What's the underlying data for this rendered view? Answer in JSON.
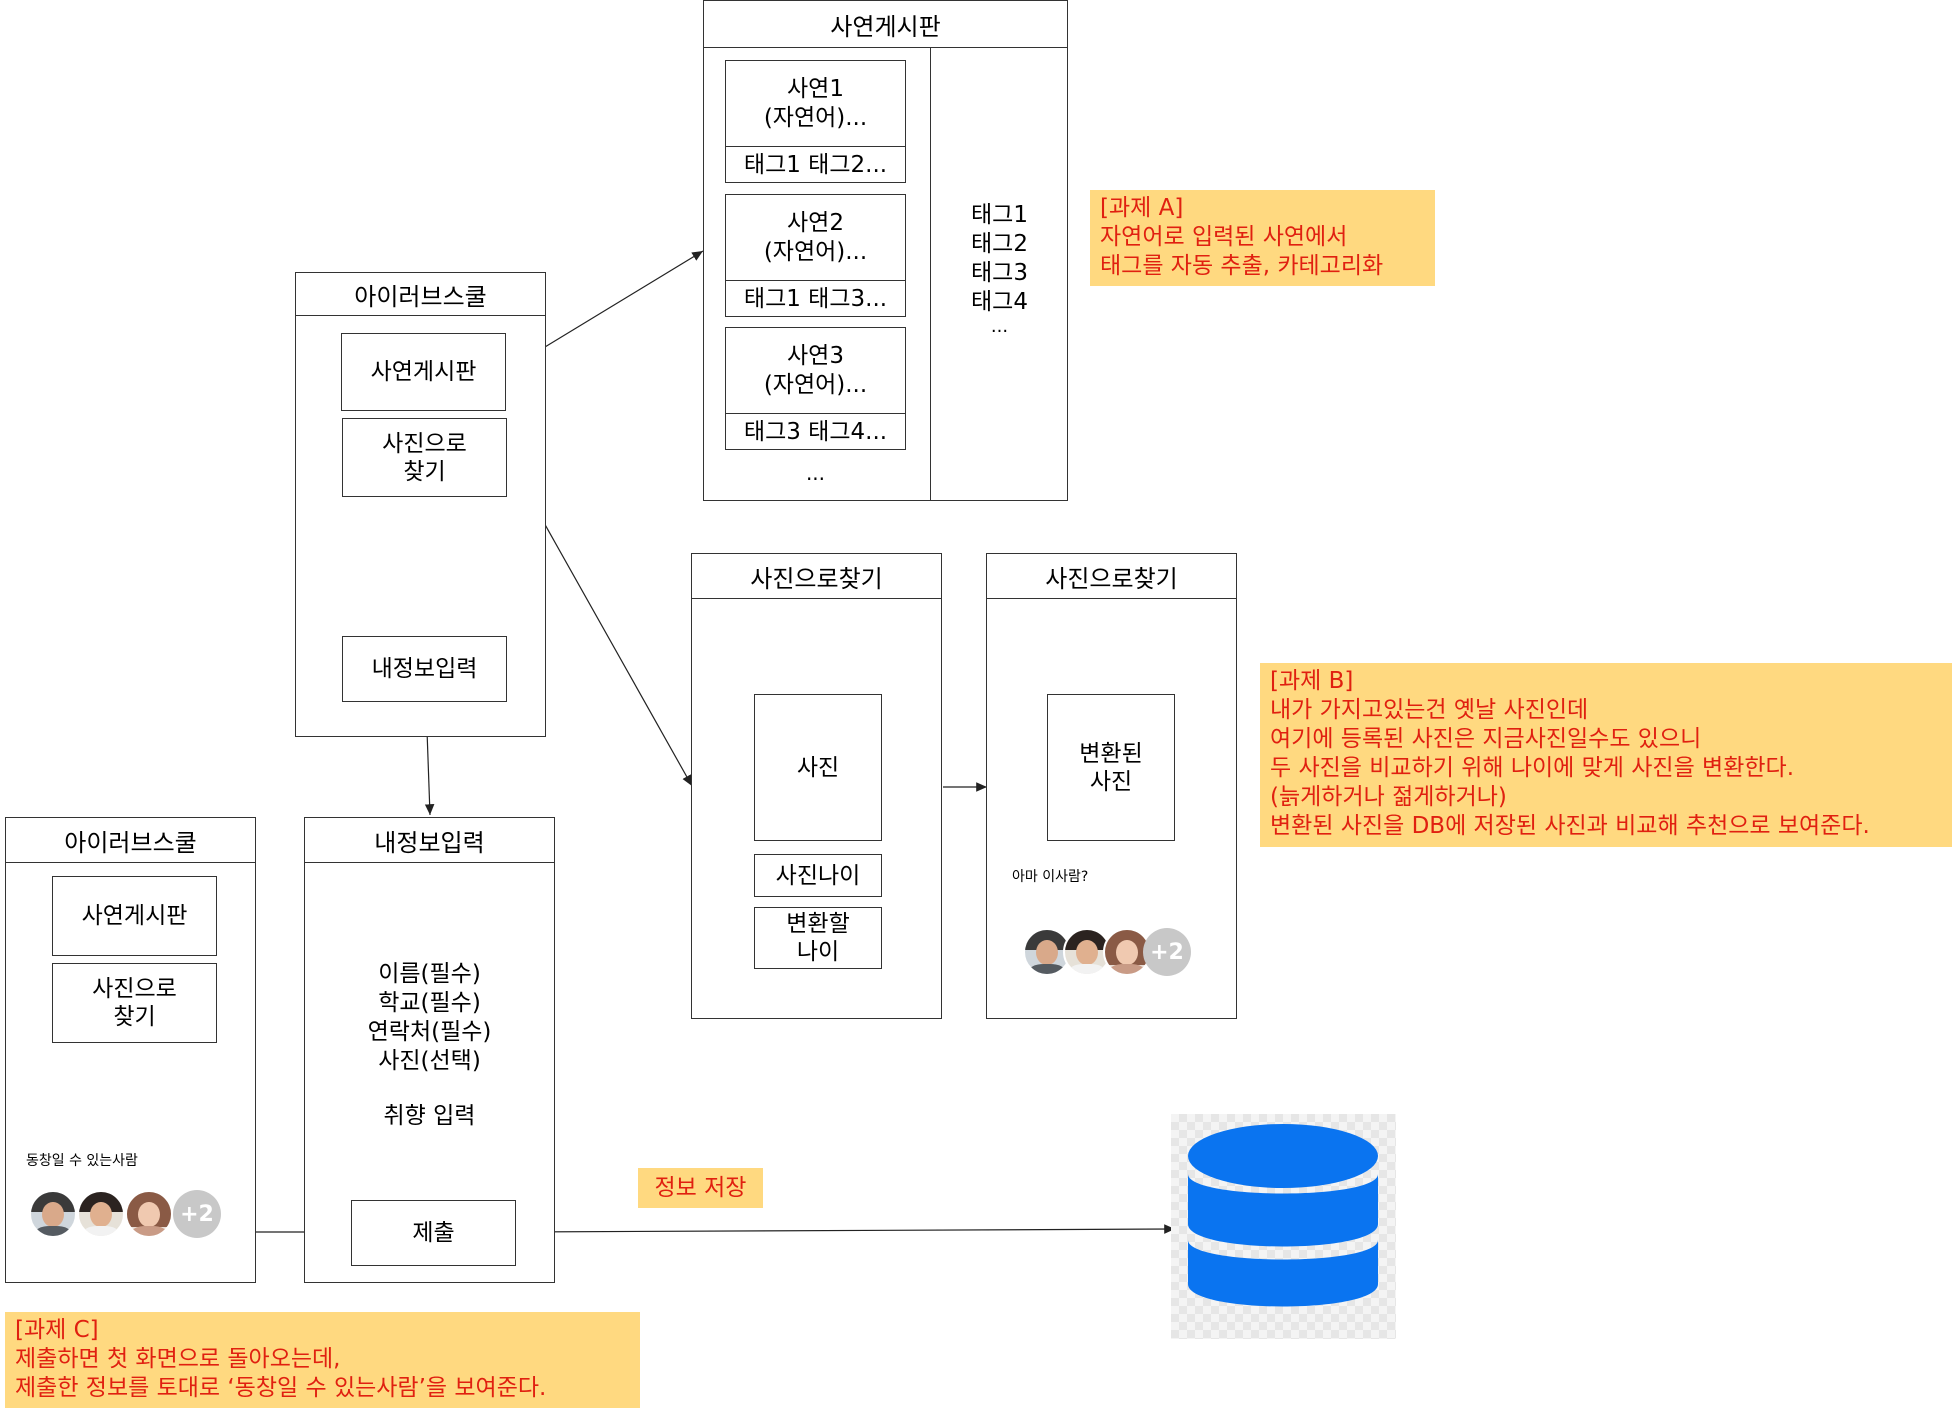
{
  "story_board": {
    "title": "사연게시판",
    "posts": [
      {
        "title": "사연1",
        "body": "(자연어)...",
        "tags": "태그1 태그2..."
      },
      {
        "title": "사연2",
        "body": "(자연어)...",
        "tags": "태그1 태그3..."
      },
      {
        "title": "사연3",
        "body": "(자연어)...",
        "tags": "태그3 태그4..."
      }
    ],
    "more": "...",
    "tag_list": [
      "태그1",
      "태그2",
      "태그3",
      "태그4",
      "..."
    ]
  },
  "main_screen": {
    "title": "아이러브스쿨",
    "menu_story": "사연게시판",
    "menu_photo_line1": "사진으로",
    "menu_photo_line2": "찾기",
    "menu_myinfo": "내정보입력"
  },
  "photo_search": {
    "title": "사진으로찾기",
    "photo_label": "사진",
    "photo_age_label": "사진나이",
    "target_age_line1": "변환할",
    "target_age_line2": "나이"
  },
  "photo_result": {
    "title": "사진으로찾기",
    "converted_line1": "변환된",
    "converted_line2": "사진",
    "maybe_label": "아마 이사람?",
    "more_count": "+2"
  },
  "home_after": {
    "title": "아이러브스쿨",
    "menu_story": "사연게시판",
    "menu_photo_line1": "사진으로",
    "menu_photo_line2": "찾기",
    "classmates_label": "동창일 수 있는사람",
    "more_count": "+2"
  },
  "myinfo": {
    "title": "내정보입력",
    "fields": [
      "이름(필수)",
      "학교(필수)",
      "연락처(필수)",
      "사진(선택)"
    ],
    "preference": "취향 입력",
    "submit": "제출"
  },
  "save_label": "정보 저장",
  "notes": {
    "a": [
      "[과제 A]",
      "자연어로 입력된 사연에서",
      "태그를 자동 추출, 카테고리화"
    ],
    "b": [
      "[과제 B]",
      "내가 가지고있는건 옛날 사진인데",
      "여기에 등록된 사진은 지금사진일수도 있으니",
      "두 사진을 비교하기 위해 나이에 맞게 사진을 변환한다.",
      "(늙게하거나 젊게하거나)",
      "변환된 사진을 DB에 저장된 사진과 비교해 추천으로 보여준다."
    ],
    "c": [
      "[과제 C]",
      "제출하면 첫 화면으로 돌아오는데,",
      "제출한 정보를 토대로 ‘동창일 수 있는사람’을 보여준다."
    ]
  },
  "colors": {
    "note_bg": "#ffd980",
    "note_text": "#e02010",
    "db_blue": "#0a74f0"
  },
  "icons": {
    "database": "database-icon",
    "avatars": [
      "man-avatar-icon",
      "man-avatar-icon",
      "woman-avatar-icon"
    ]
  }
}
